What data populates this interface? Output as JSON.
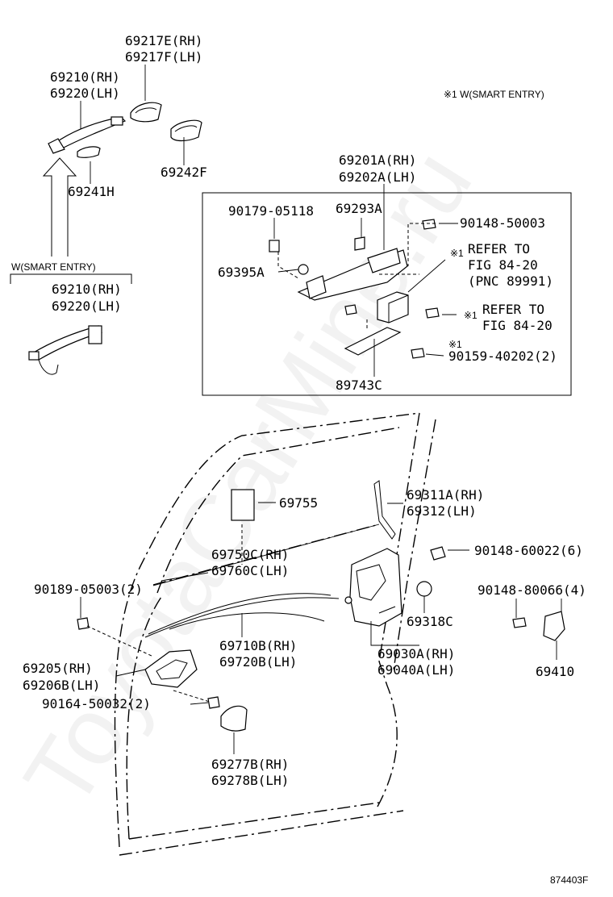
{
  "watermark": "ToyotaCarMine.ru",
  "diagram_id": "874403F",
  "notes": {
    "smart_entry_note": "※1 W(SMART ENTRY)",
    "smart_entry_bracket": "W(SMART ENTRY)",
    "mark1": "※1",
    "mark2": "※1",
    "mark3": "※1"
  },
  "labels": {
    "p69217e": "69217E(RH)",
    "p69217f": "69217F(LH)",
    "p69210a": "69210(RH)",
    "p69220a": "69220(LH)",
    "p69241h": "69241H",
    "p69242f": "69242F",
    "p69210b": "69210(RH)",
    "p69220b": "69220(LH)",
    "p69201a": "69201A(RH)",
    "p69202a": "69202A(LH)",
    "p90179": "90179-05118",
    "p69293a": "69293A",
    "p90148_50003": "90148-50003",
    "p69395a": "69395A",
    "ref1_a": "REFER TO",
    "ref1_b": "FIG 84-20",
    "ref1_c": "(PNC 89991)",
    "ref2_a": "REFER TO",
    "ref2_b": "FIG 84-20",
    "p90159": "90159-40202(2)",
    "p89743c": "89743C",
    "p69755": "69755",
    "p69311a": "69311A(RH)",
    "p69312": "69312(LH)",
    "p69750c": "69750C(RH)",
    "p69760c": "69760C(LH)",
    "p90148_60022": "90148-60022(6)",
    "p90189": "90189-05003(2)",
    "p90148_80066": "90148-80066(4)",
    "p69710b": "69710B(RH)",
    "p69720b": "69720B(LH)",
    "p69318c": "69318C",
    "p69030a": "69030A(RH)",
    "p69040a": "69040A(LH)",
    "p69205": "69205(RH)",
    "p69206b": "69206B(LH)",
    "p69410": "69410",
    "p90164": "90164-50032(2)",
    "p69277b": "69277B(RH)",
    "p69278b": "69278B(LH)"
  }
}
